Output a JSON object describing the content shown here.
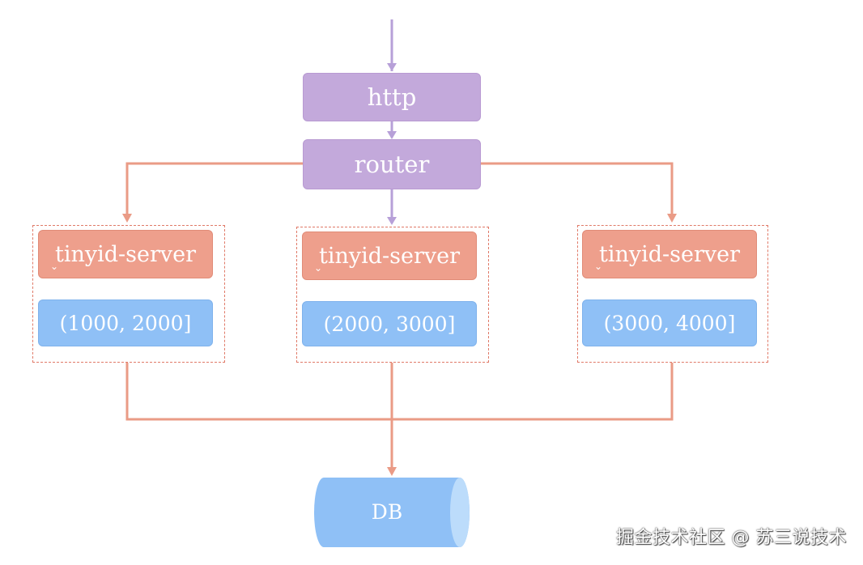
{
  "diagram": {
    "entry": "http",
    "router": "router",
    "servers": [
      {
        "label": "tinyid-server",
        "range": "(1000, 2000]"
      },
      {
        "label": "tinyid-server",
        "range": "(2000, 3000]"
      },
      {
        "label": "tinyid-server",
        "range": "(3000, 4000]"
      }
    ],
    "database": "DB"
  },
  "colors": {
    "purple": "#c3a9db",
    "salmon": "#ee9f8c",
    "blue": "#8fc0f6",
    "purple_arrow": "#b7a0d8",
    "salmon_arrow": "#ea9b86"
  },
  "watermark": "掘金技术社区 @ 苏三说技术"
}
